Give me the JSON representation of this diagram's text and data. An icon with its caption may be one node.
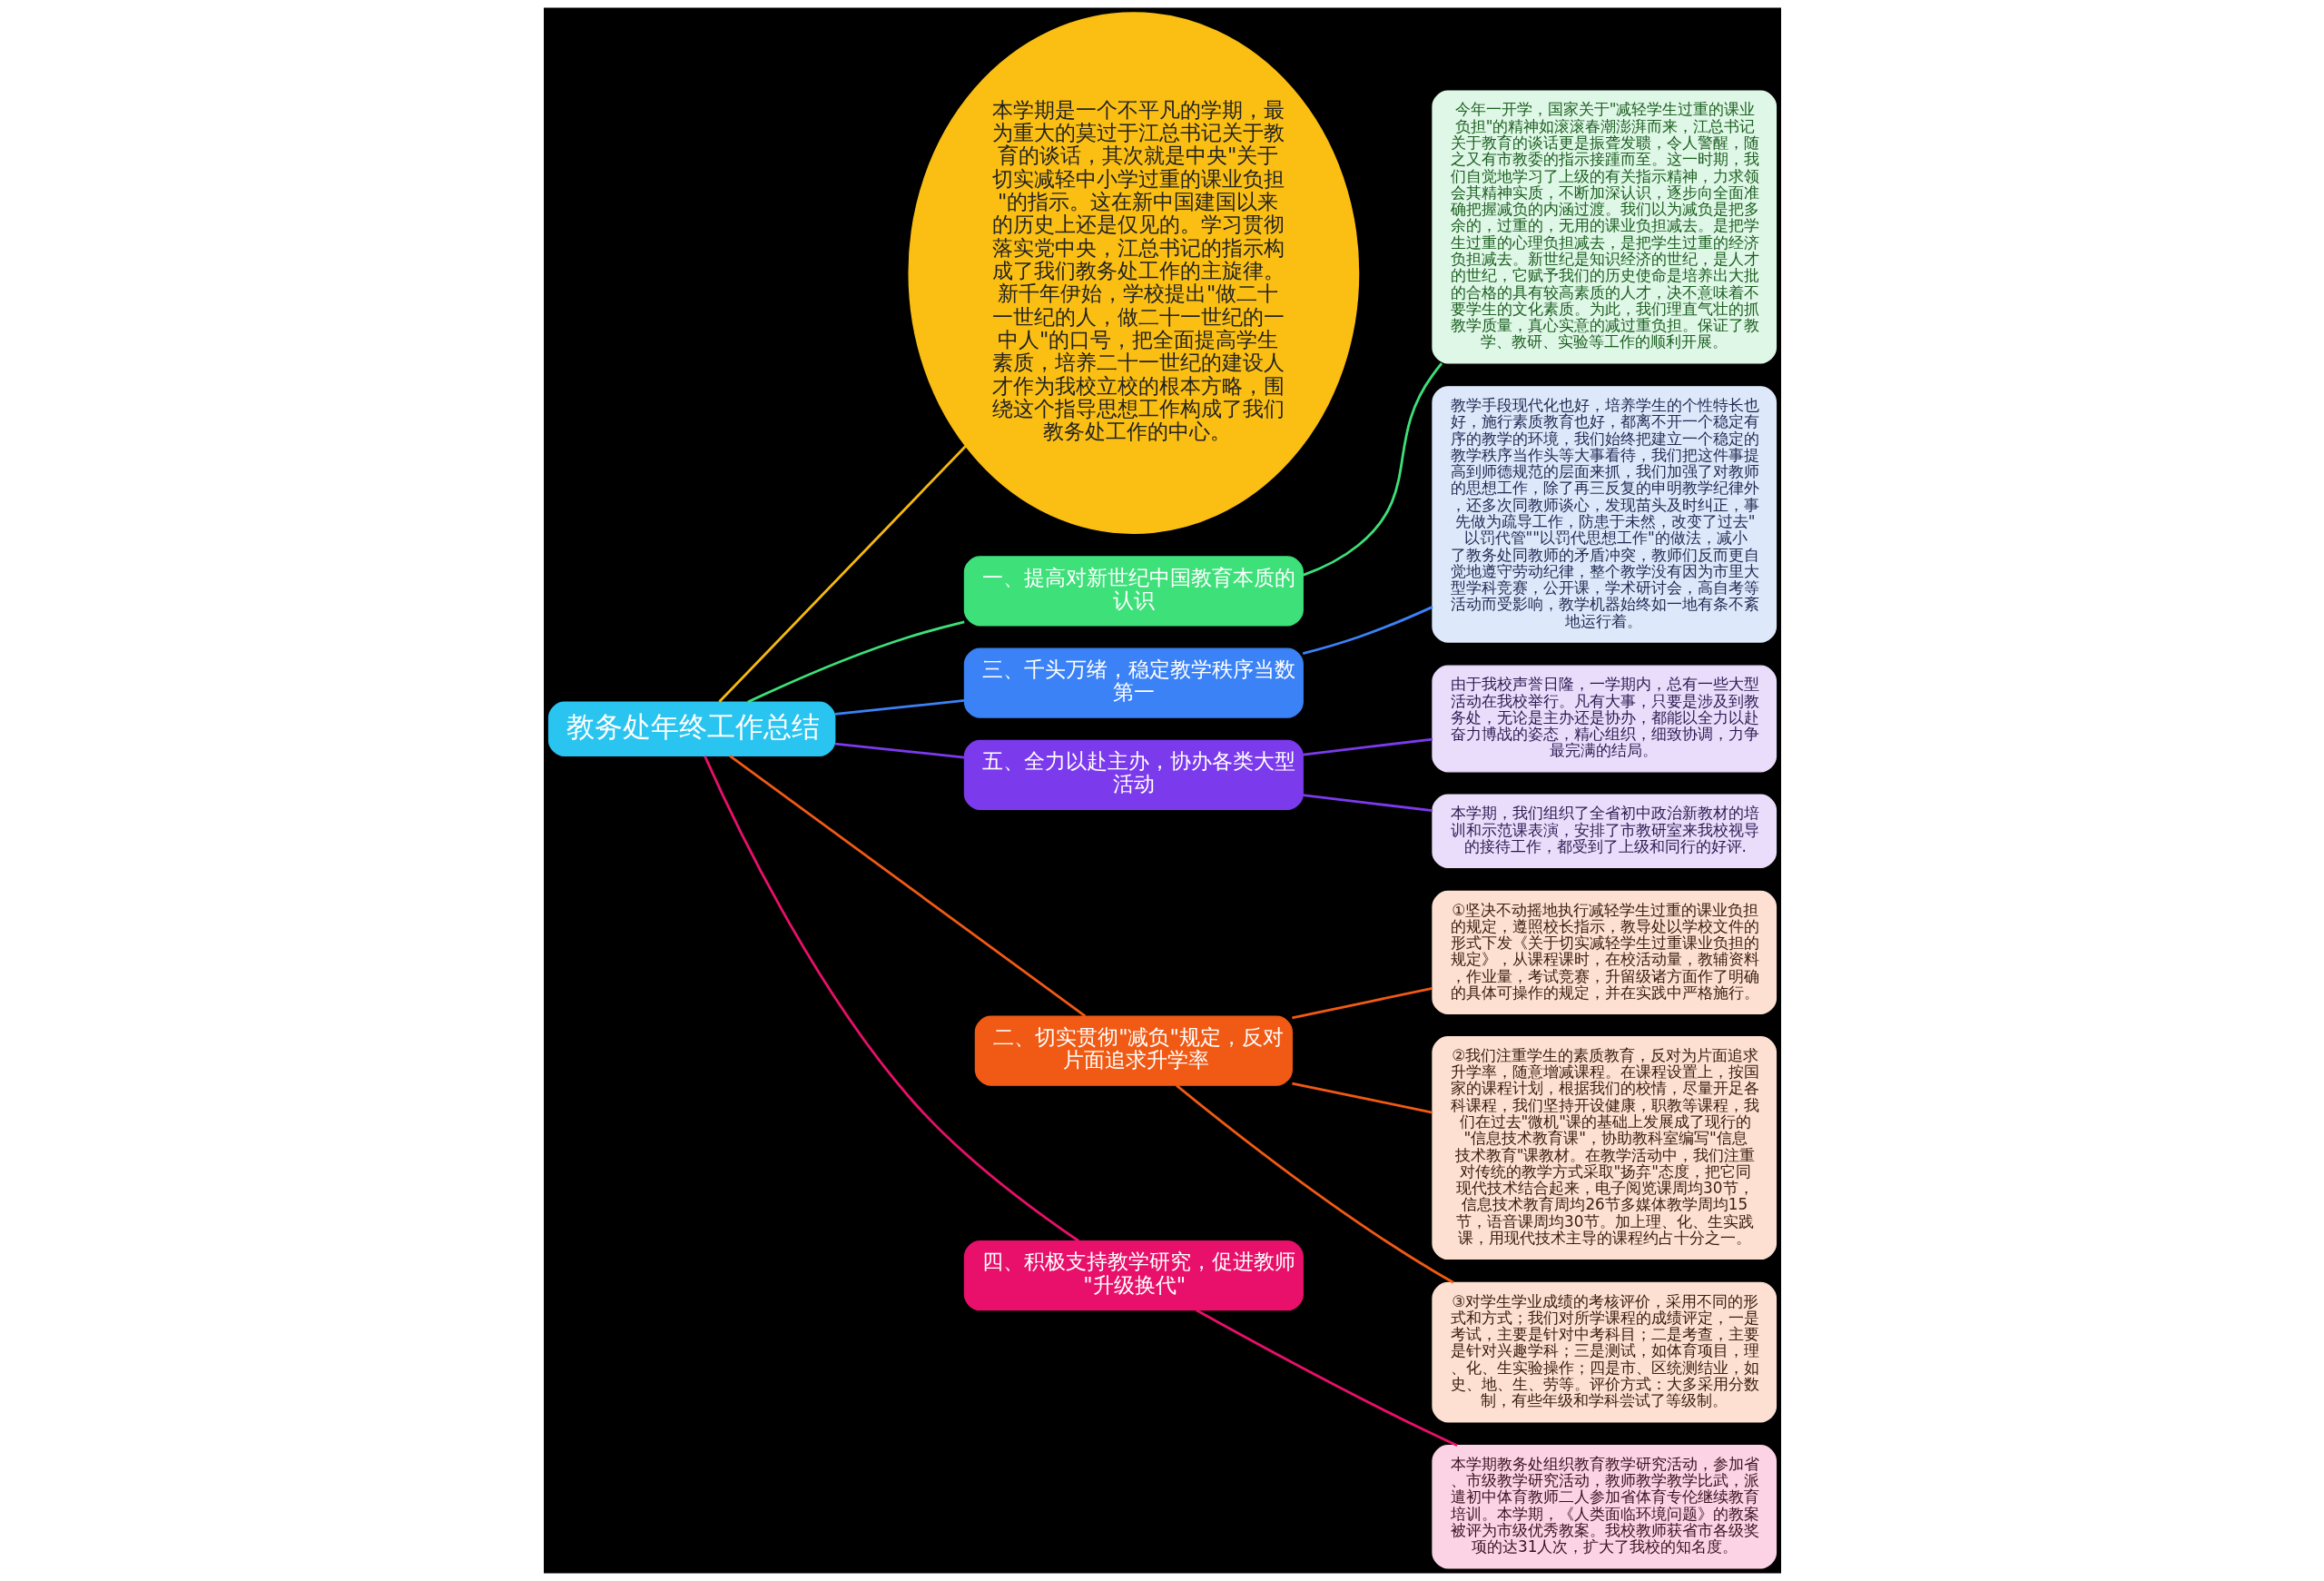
{
  "diagram": {
    "nodes": [
      {
        "text": [
          "教务处年终工作总结"
        ]
      },
      {
        "text": [
          "本学期是一个不平凡的学期，最为重大的莫过于江总书记关于教育的谈话，其次就是中央\"关于切实减轻中小学过重的课业负担\"的指示。这在新中国建国以来的历史上还是仅见的。学习贯彻落实党中央，江总书记的指示构成了我们教务处工作的主旋律。新千年伊始，学校提出\"做二十一世纪的人，做二十一世纪的一中人\"的口号，把全面提高学生素质，培养二十一世纪的建设人才作为我校立校的根本方略，围绕这个指导思想工作构成了我们教务处工作的中心。"
        ]
      },
      {
        "text": [
          "一、提高对新世纪中国教育本质的认识"
        ]
      },
      {
        "text": [
          "今年一开学，国家关于\"减轻学生过重的课业负担\"的精神如滚滚春潮澎湃而来，江总书记关于教育的谈话更是振聋发聩，令人警醒，随之又有市教委的指示接踵而至。这一时期，我们自觉地学习了上级的有关指示精神，力求领会其精神实质，不断加深认识，逐步向全面准确把握减负的内涵过渡。我们以为减负是把多余的，过重的，无用的课业负担减去。是把学生过重的心理负担减去，是把学生过重的经济负担减去。新世纪是知识经济的世纪，是人才的世纪，它赋予我们的历史使命是培养出大批的合格的具有较高素质的人才，决不意味着不要学生的文化素质。为此，我们理直气壮的抓教学质量，真心实意的减过重负担。保证了教学、教研、实验等工作的顺利开展。"
        ]
      },
      {
        "text": [
          "三、千头万绪，稳定教学秩序当数第一"
        ]
      },
      {
        "text": [
          "教学手段现代化也好，培养学生的个性特长也好，施行素质教育也好，都离不开一个稳定有序的教学的环境，我们始终把建立一个稳定的教学秩序当作头等大事看待，我们把这件事提高到师德规范的层面来抓，我们加强了对教师的思想工作，除了再三反复的申明教学纪律外，还多次同教师谈心，发现苗头及时纠正，事先做为疏导工作，防患于未然，改变了过去\"以罚代管\"\"以罚代思想工作\"的做法，减小了教务处同教师的矛盾冲突，教师们反而更自觉地遵守劳动纪律，整个教学没有因为市里大型学科竞赛，公开课，学术研讨会，高自考等活动而受影响，教学机器始终如一地有条不紊地运行着。"
        ]
      },
      {
        "text": [
          "五、全力以赴主办，协办各类大型活动"
        ]
      },
      {
        "text": [
          "由于我校声誉日隆，一学期内，总有一些大型活动在我校举行。凡有大事，只要是涉及到教务处，无论是主办还是协办，都能以全力以赴奋力博战的姿态，精心组织，细致协调，力争最完满的结局。"
        ]
      },
      {
        "text": [
          "本学期，我们组织了全省初中政治新教材的培训和示范课表演，安排了市教研室来我校视导的接待工作，都受到了上级和同行的好评."
        ]
      },
      {
        "text": [
          "二、切实贯彻\"减负\"规定，反对片面追求升学率"
        ]
      },
      {
        "text": [
          "①坚决不动摇地执行减轻学生过重的课业负担的规定，遵照校长指示，教导处以学校文件的形式下发《关于切实减轻学生过重课业负担的规定》，从课程课时，在校活动量，教辅资料，作业量，考试竞赛，升留级诸方面作了明确的具体可操作的规定，并在实践中严格施行。"
        ]
      },
      {
        "text": [
          "②我们注重学生的素质教育，反对为片面追求升学率，随意增减课程。在课程设置上，按国家的课程计划，根据我们的校情，尽量开足各科课程，我们坚持开设健康，职教等课程，我们在过去\"微机\"课的基础上发展成了现行的\"信息技术教育课\"，协助教科室编写\"信息技术教育\"课教材。在教学活动中，我们注重对传统的教学方式采取\"扬弃\"态度，把它同现代技术结合起来，电子阅览课周均30节，信息技术教育周均26节多媒体教学周均15节，语音课周均30节。加上理、化、生实践课，用现代技术主导的课程约占十分之一。"
        ]
      },
      {
        "text": [
          "③对学生学业成绩的考核评价，采用不同的形式和方式；我们对所学课程的成绩评定，一是考试，主要是针对中考科目；二是考查，主要是针对兴趣学科；三是测试，如体育项目，理、化、生实验操作；四是市、区统测结业，如史、地、生、劳等。评价方式：大多采用分数制，有些年级和学科尝试了等级制。"
        ]
      },
      {
        "text": [
          "四、积极支持教学研究，促进教师\"升级换代\""
        ]
      },
      {
        "text": [
          "本学期教务处组织教育教学研究活动，参加省、市级教学研究活动，教师教学教学比武，派遣初中体育教师二人参加省体育专伦继续教育培训。本学期，《人类面临环境问题》的教案被评为市级优秀教案。我校教师获省市各级奖项的达31人次，扩大了我校的知名度。"
        ]
      }
    ],
    "edges": [
      {
        "from": 0,
        "to": 1,
        "arrow": "none",
        "color": "#f5b90f"
      },
      {
        "from": 0,
        "to": 2,
        "arrow": "none",
        "color": "#3ee07a"
      },
      {
        "from": 2,
        "to": 3,
        "arrow": "none",
        "color": "#3ee07a"
      },
      {
        "from": 0,
        "to": 4,
        "arrow": "none",
        "color": "#3b82f6"
      },
      {
        "from": 4,
        "to": 5,
        "arrow": "none",
        "color": "#3b82f6"
      },
      {
        "from": 0,
        "to": 6,
        "arrow": "none",
        "color": "#7c3aed"
      },
      {
        "from": 6,
        "to": 7,
        "arrow": "none",
        "color": "#7c3aed"
      },
      {
        "from": 6,
        "to": 8,
        "arrow": "none",
        "color": "#7c3aed"
      },
      {
        "from": 0,
        "to": 9,
        "arrow": "none",
        "color": "#f05a14"
      },
      {
        "from": 9,
        "to": 10,
        "arrow": "none",
        "color": "#f05a14"
      },
      {
        "from": 9,
        "to": 11,
        "arrow": "none",
        "color": "#f05a14"
      },
      {
        "from": 9,
        "to": 12,
        "arrow": "none",
        "color": "#f05a14"
      },
      {
        "from": 0,
        "to": 13,
        "arrow": "none",
        "color": "#e8106a"
      },
      {
        "from": 13,
        "to": 14,
        "arrow": "none",
        "color": "#e8106a"
      }
    ]
  }
}
